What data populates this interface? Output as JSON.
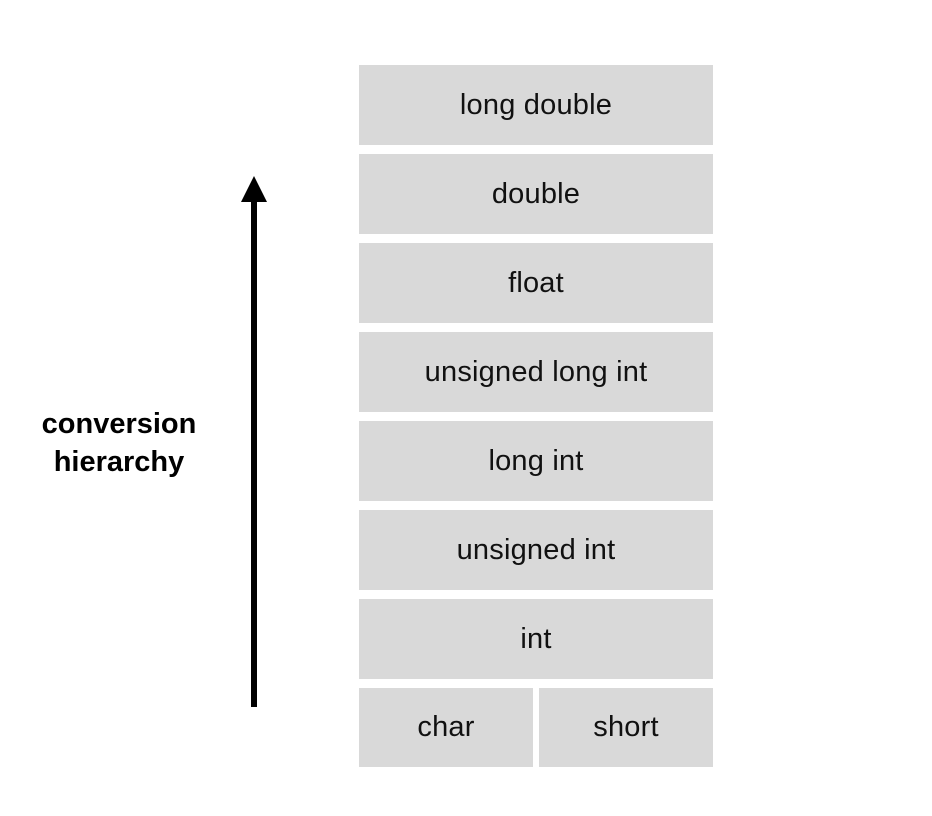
{
  "axis_label": {
    "line1": "conversion",
    "line2": "hierarchy"
  },
  "types": [
    "long double",
    "double",
    "float",
    "unsigned long int",
    "long int",
    "unsigned int",
    "int"
  ],
  "bottom_row": {
    "left": "char",
    "right": "short"
  },
  "colors": {
    "box_fill": "#d9d9d9",
    "arrow": "#000000"
  }
}
